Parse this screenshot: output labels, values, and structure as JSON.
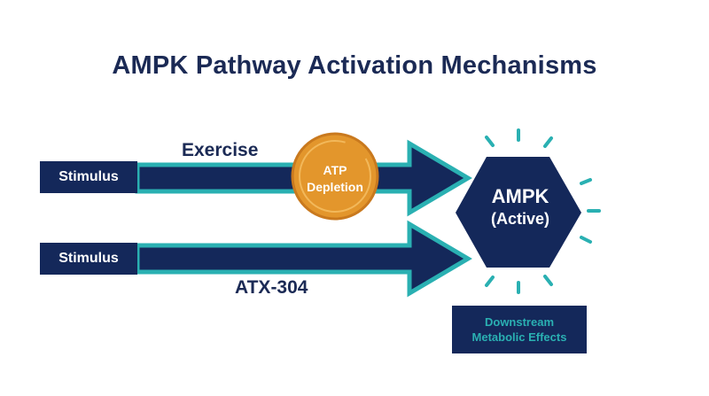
{
  "title": "AMPK Pathway Activation Mechanisms",
  "pathways": [
    {
      "stimulus": "Stimulus",
      "label": "Exercise"
    },
    {
      "stimulus": "Stimulus",
      "label": "ATX-304"
    }
  ],
  "atp_node": {
    "line1": "ATP",
    "line2": "Depletion"
  },
  "ampk_node": {
    "line1": "AMPK",
    "line2": "(Active)"
  },
  "downstream": {
    "line1": "Downstream",
    "line2": "Metabolic Effects"
  },
  "colors": {
    "navy": "#14285a",
    "teal": "#2ab0b2",
    "orange": "#e3962c",
    "title": "#1b2a55"
  }
}
